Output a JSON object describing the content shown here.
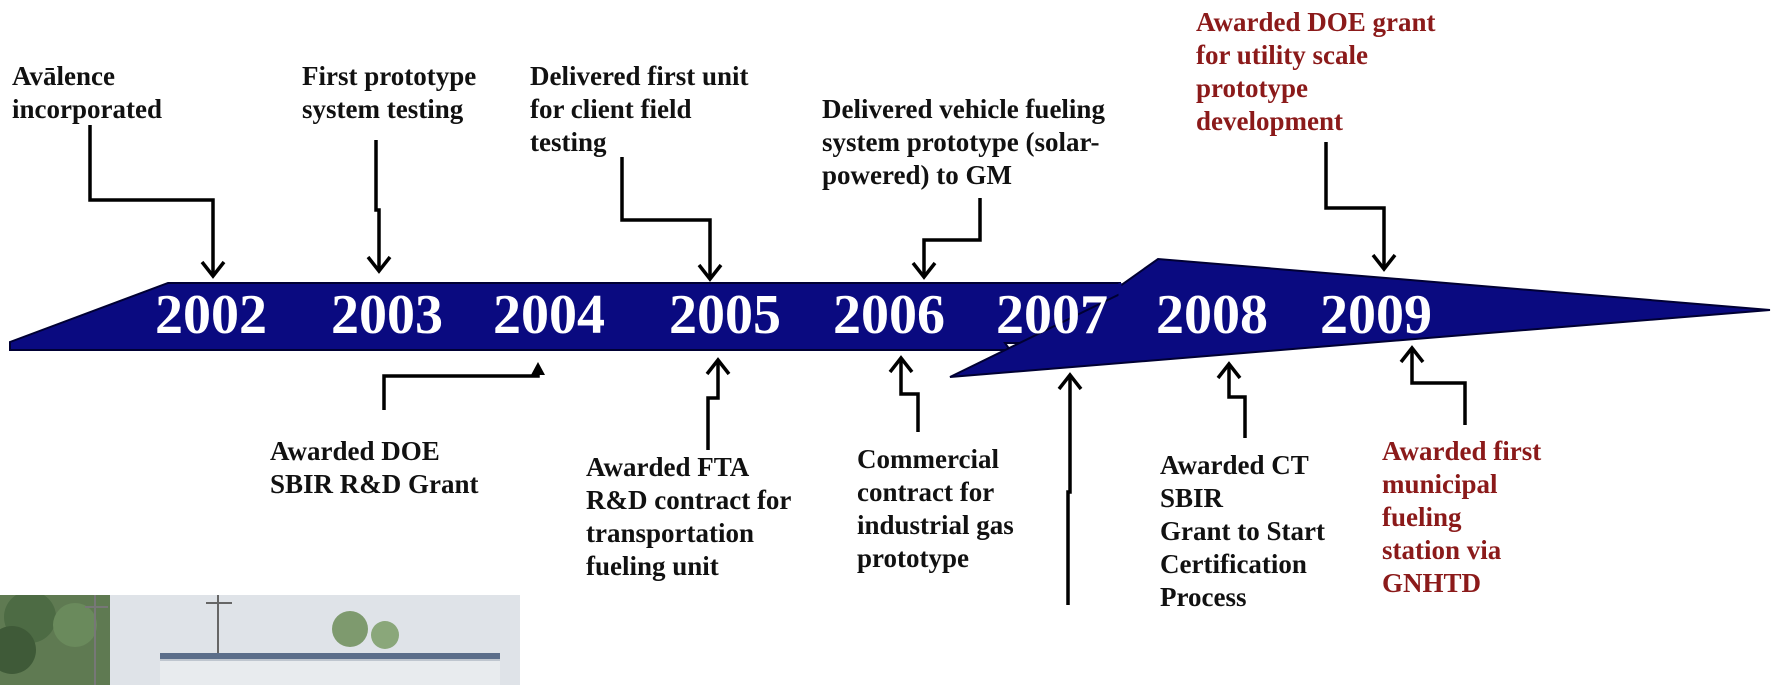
{
  "years": [
    "2002",
    "2003",
    "2004",
    "2005",
    "2006",
    "2007",
    "2008",
    "2009"
  ],
  "events_above": [
    {
      "text": "Avālence\nincorporated",
      "color": "#111111"
    },
    {
      "text": "First prototype\nsystem testing",
      "color": "#111111"
    },
    {
      "text": "Delivered first unit\nfor client field\ntesting",
      "color": "#111111"
    },
    {
      "text": "Delivered vehicle fueling\nsystem prototype (solar-\npowered) to GM",
      "color": "#111111"
    },
    {
      "text": "Awarded DOE grant\nfor utility scale\nprototype\ndevelopment",
      "color": "#8b1a1a"
    }
  ],
  "events_below": [
    {
      "text": "Awarded DOE\nSBIR R&D Grant",
      "color": "#111111"
    },
    {
      "text": "Awarded FTA\nR&D contract for\ntransportation\nfueling unit",
      "color": "#111111"
    },
    {
      "text": "Commercial\ncontract for\nindustrial gas\nprototype",
      "color": "#111111"
    },
    {
      "text": "Awarded CT\nSBIR\nGrant to Start\nCertification\nProcess",
      "color": "#111111"
    },
    {
      "text": "Awarded first\nmunicipal\nfueling\nstation via\nGNHTD",
      "color": "#8b1a1a"
    }
  ],
  "colors": {
    "timeline_fill": "#0a0a80",
    "timeline_edge": "#000033",
    "year_text": "#ffffff",
    "highlight_text": "#8b1a1a"
  }
}
